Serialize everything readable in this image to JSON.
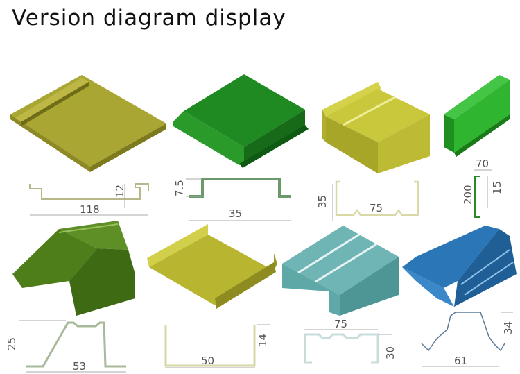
{
  "title": "Version diagram display",
  "colors": {
    "olive": "#a9a633",
    "green": "#1f8a22",
    "yellow": "#c9c83c",
    "bright_green": "#2fb52f",
    "dark_green": "#3f6a14",
    "teal": "#5fa8a8",
    "blue": "#2a76b6"
  },
  "profiles": [
    {
      "width": "118",
      "height": "12"
    },
    {
      "width": "35",
      "height": "7.5"
    },
    {
      "width": "75",
      "height": "35"
    },
    {
      "width": "70",
      "height": "200",
      "lip": "15"
    },
    {
      "width": "53",
      "height": "25"
    },
    {
      "width": "50",
      "height": "14"
    },
    {
      "width": "75",
      "height": "30"
    },
    {
      "width": "61",
      "height": "34"
    }
  ]
}
